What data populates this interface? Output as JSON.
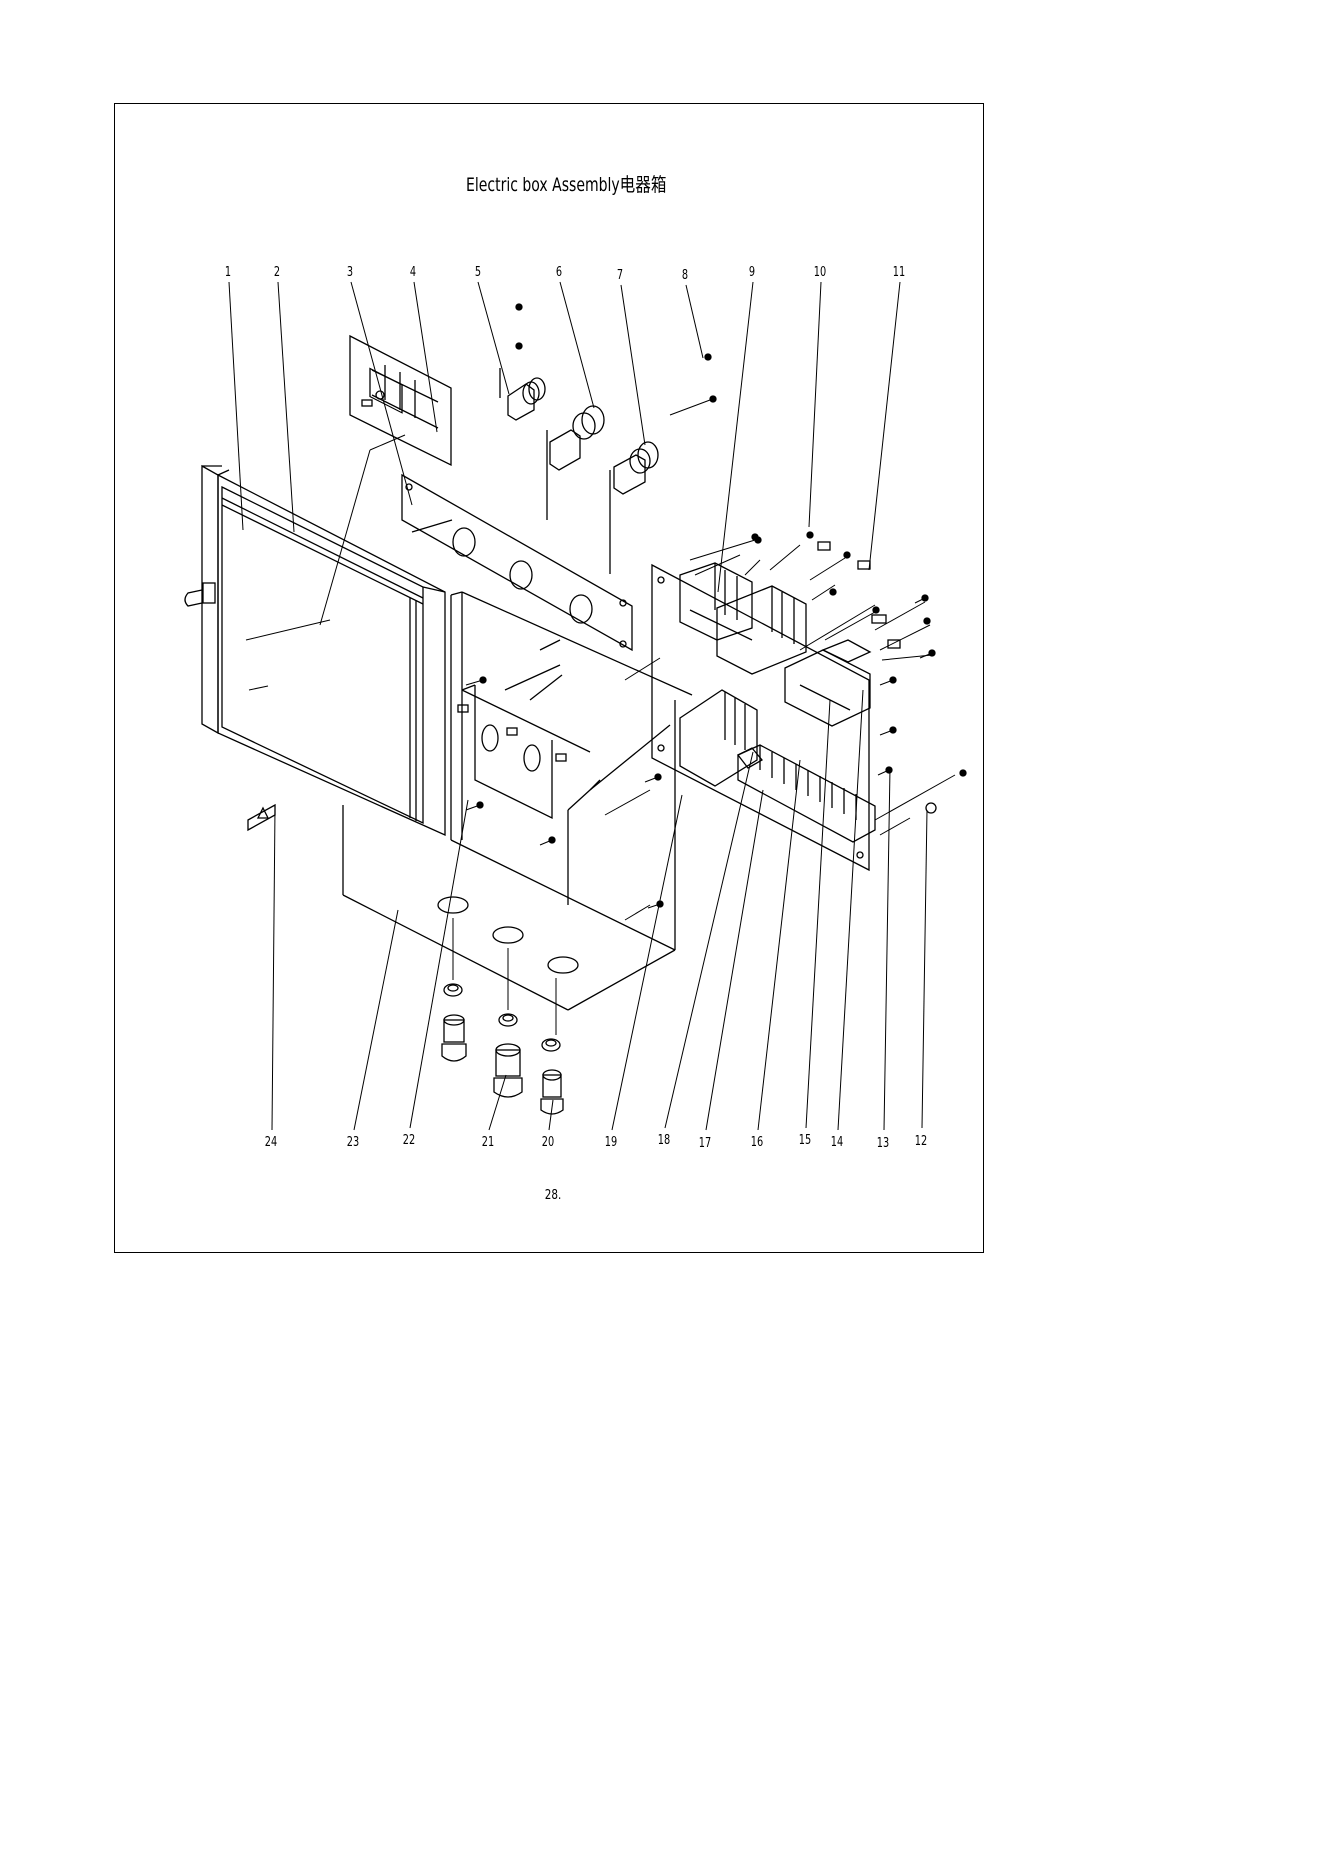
{
  "title": "Electric box Assembly电器箱",
  "page_number": "28.",
  "callouts_top": [
    "1",
    "2",
    "3",
    "4",
    "5",
    "6",
    "7",
    "8",
    "9",
    "10",
    "11"
  ],
  "callouts_bottom": [
    "24",
    "23",
    "22",
    "21",
    "20",
    "19",
    "18",
    "17",
    "16",
    "15",
    "14",
    "13",
    "12"
  ]
}
